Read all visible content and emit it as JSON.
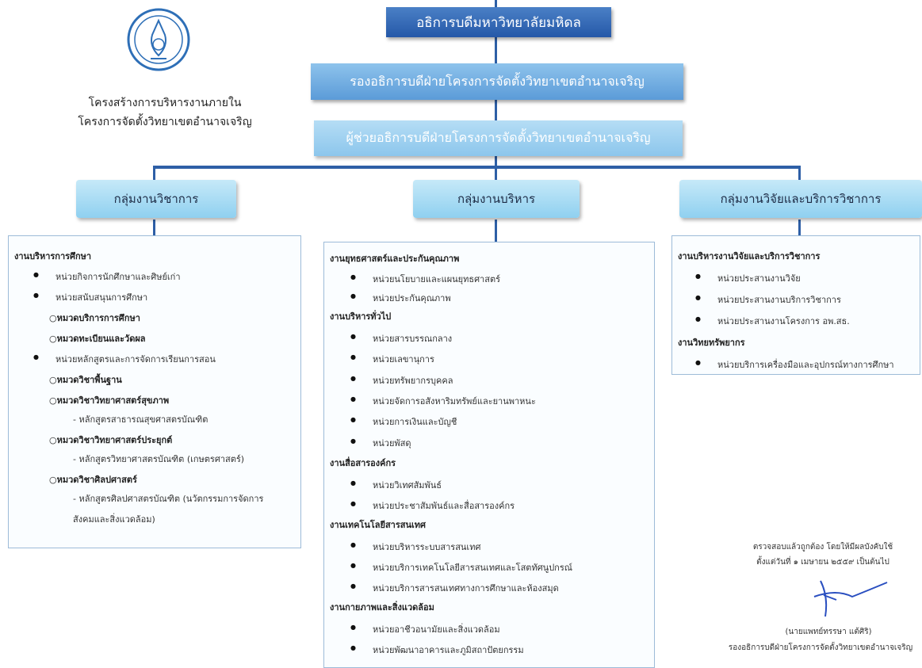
{
  "org_title": {
    "line1": "โครงสร้างการบริหารงานภายใน",
    "line2": "โครงการจัดตั้งวิทยาเขตอำนาจเจริญ"
  },
  "boxes": {
    "top": "อธิการบดีมหาวิทยาลัยมหิดล",
    "vice": "รองอธิการบดีฝ่ายโครงการจัดตั้งวิทยาเขตอำนาจเจริญ",
    "assistant": "ผู้ช่วยอธิการบดีฝ่ายโครงการจัดตั้งวิทยาเขตอำนาจเจริญ"
  },
  "groups": {
    "academic": "กลุ่มงานวิชาการ",
    "admin": "กลุ่มงานบริหาร",
    "research": "กลุ่มงานวิจัยและบริการวิชาการ"
  },
  "academic_panel": {
    "sec1": "งานบริหารการศึกษา",
    "u1": "หน่วยกิจการนักศึกษาและศิษย์เก่า",
    "u2": "หน่วยสนับสนุนการศึกษา",
    "s1": "○หมวดบริการการศึกษา",
    "s2": "○หมวดทะเบียนและวัดผล",
    "u3": "หน่วยหลักสูตรและการจัดการเรียนการสอน",
    "s3": "○หมวดวิชาพื้นฐาน",
    "s4": "○หมวดวิชาวิทยาศาสตร์สุขภาพ",
    "c1": "- หลักสูตรสาธารณสุขศาสตรบัณฑิต",
    "s5": "○หมวดวิชาวิทยาศาสตร์ประยุกต์",
    "c2": "- หลักสูตรวิทยาศาสตรบัณฑิต (เกษตรศาสตร์)",
    "s6": "○หมวดวิชาศิลปศาสตร์",
    "c3a": "- หลักสูตรศิลปศาสตรบัณฑิต (นวัตกรรมการจัดการ",
    "c3b": "สังคมและสิ่งแวดล้อม)"
  },
  "admin_panel": {
    "sec1": "งานยุทธศาสตร์และประกันคุณภาพ",
    "a1": "หน่วยนโยบายและแผนยุทธศาสตร์",
    "a2": "หน่วยประกันคุณภาพ",
    "sec2": "งานบริหารทั่วไป",
    "a3": "หน่วยสารบรรณกลาง",
    "a4": "หน่วยเลขานุการ",
    "a5": "หน่วยทรัพยากรบุคคล",
    "a6": "หน่วยจัดการอสังหาริมทรัพย์และยานพาหนะ",
    "a7": "หน่วยการเงินและบัญชี",
    "a8": "หน่วยพัสดุ",
    "sec3": "งานสื่อสารองค์กร",
    "a9": "หน่วยวิเทศสัมพันธ์",
    "a10": "หน่วยประชาสัมพันธ์และสื่อสารองค์กร",
    "sec4": "งานเทคโนโลยีสารสนเทศ",
    "a11": "หน่วยบริหารระบบสารสนเทศ",
    "a12": "หน่วยบริการเทคโนโลยีสารสนเทศและโสตทัศนูปกรณ์",
    "a13": "หน่วยบริการสารสนเทศทางการศึกษาและห้องสมุด",
    "sec5": "งานกายภาพและสิ่งแวดล้อม",
    "a14": "หน่วยอาชีวอนามัยและสิ่งแวดล้อม",
    "a15": "หน่วยพัฒนาอาคารและภูมิสถาปัตยกรรม"
  },
  "research_panel": {
    "sec1": "งานบริหารงานวิจัยและบริการวิชาการ",
    "r1": "หน่วยประสานงานวิจัย",
    "r2": "หน่วยประสานงานบริการวิชาการ",
    "r3": "หน่วยประสานงานโครงการ อพ.สธ.",
    "sec2": "งานวิทยทรัพยากร",
    "r4": "หน่วยบริการเครื่องมือและอุปกรณ์ทางการศึกษา"
  },
  "approval": {
    "line1": "ตรวจสอบแล้วถูกต้อง โดยให้มีผลบังคับใช้",
    "line2": "ตั้งแต่วันที่ ๑ เมษายน ๒๕๕๙ เป็นต้นไป",
    "name": "(นายแพทย์ทรรษา แต้ศิริ)",
    "position": "รองอธิการบดีฝ่ายโครงการจัดตั้งวิทยาเขตอำนาจเจริญ"
  },
  "colors": {
    "line": "#2e5fa6",
    "top": "#2558a8",
    "group": "#8fd0f0"
  }
}
